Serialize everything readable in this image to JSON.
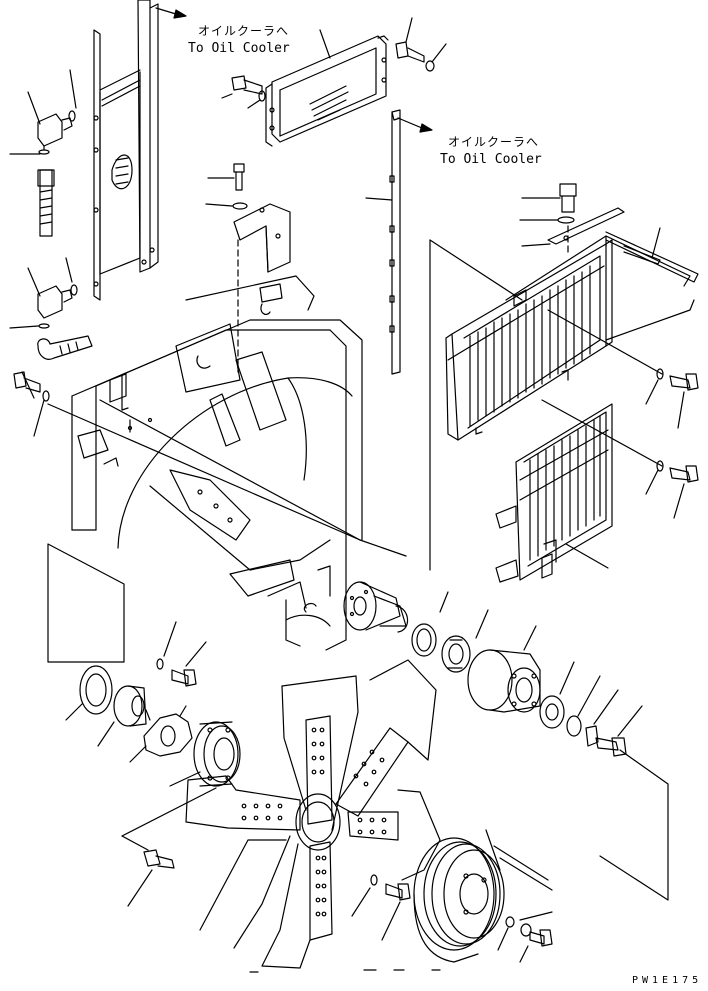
{
  "labels": {
    "oil_cooler_jp_1": "オイルクーラへ",
    "oil_cooler_en_1": "To Oil Cooler",
    "oil_cooler_jp_2": "オイルクーラへ",
    "oil_cooler_en_2": "To Oil Cooler",
    "drawing_code": "PW1E175"
  },
  "colors": {
    "line": "#000000",
    "background": "#ffffff"
  }
}
